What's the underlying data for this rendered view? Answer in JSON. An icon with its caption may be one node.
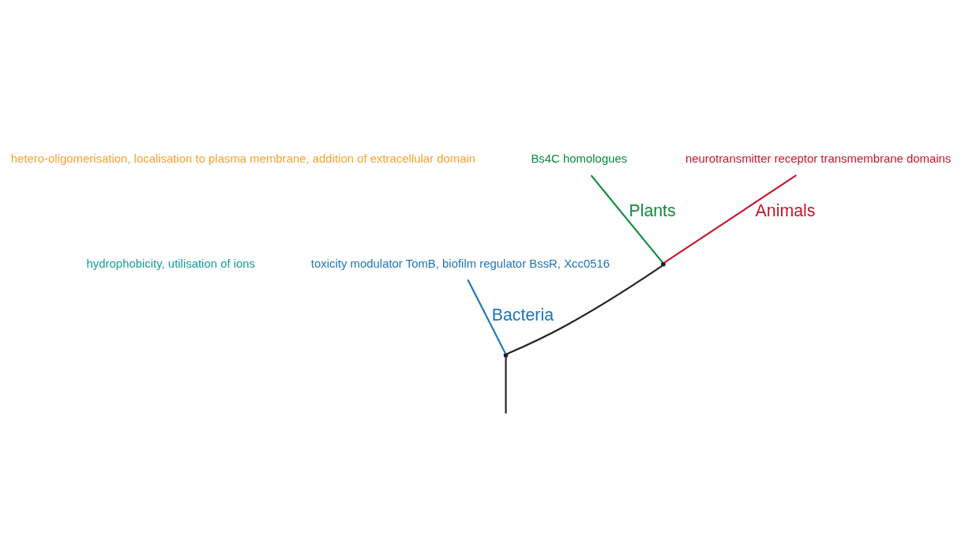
{
  "diagram": {
    "nodes": [
      {
        "text": [
          "toxicity modulator TomB, biofilm regulator BssR, Xcc0516"
        ]
      },
      {
        "text": [
          "Bs4C homologues"
        ]
      },
      {
        "text": [
          "neurotransmitter receptor transmembrane domains"
        ]
      },
      {
        "text": [],
        "shape": "point"
      },
      {
        "text": [],
        "shape": "point"
      }
    ],
    "edges": [
      {
        "from": null,
        "to": 3,
        "arrow": "none"
      },
      {
        "from": 3,
        "to": 0,
        "arrow": "none",
        "label": "Bacteria",
        "color": "#1b75bc"
      },
      {
        "from": 3,
        "to": 4,
        "arrow": "none"
      },
      {
        "from": 4,
        "to": 1,
        "arrow": "none",
        "label": "Plants",
        "color": "#0f8a3c"
      },
      {
        "from": 4,
        "to": 2,
        "arrow": "none",
        "label": "Animals",
        "color": "#c4162a"
      }
    ],
    "labels": [
      "hydrophobicity, utilisation of ions",
      "hetero-oligomerisation, localisation to plasma membrane, addition of extracellular domain"
    ]
  }
}
